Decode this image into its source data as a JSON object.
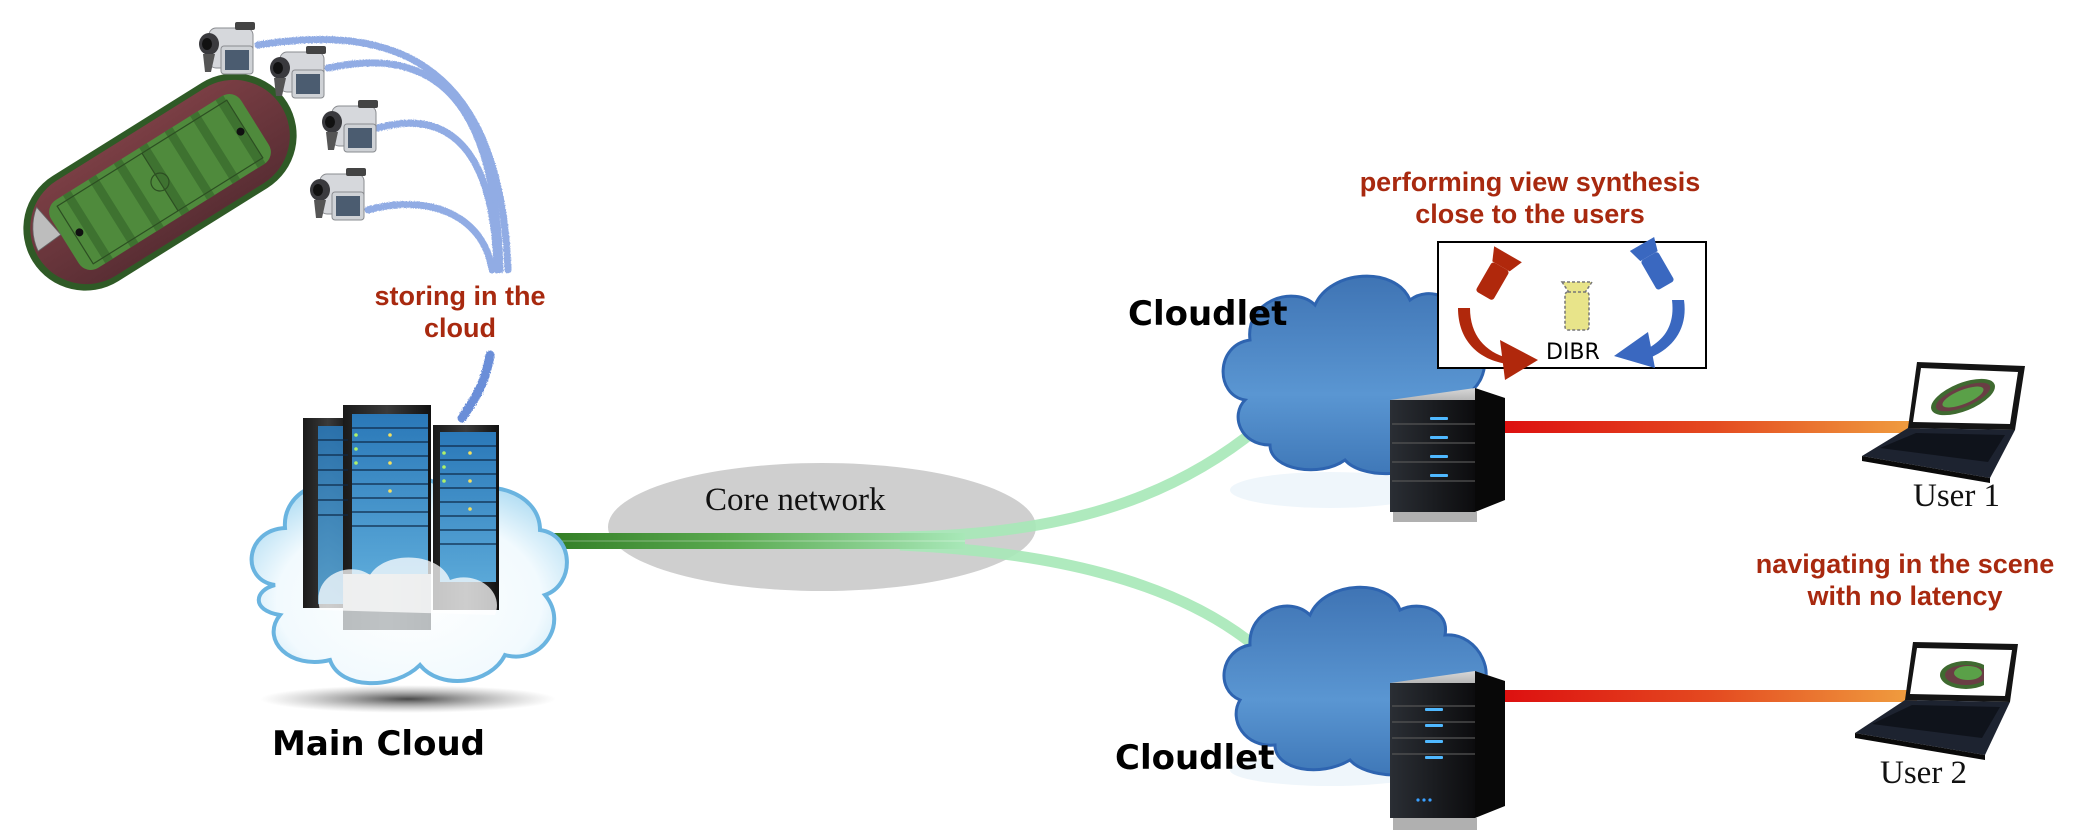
{
  "diagram": {
    "type": "network-architecture",
    "nodes": {
      "stadium": {
        "label": ""
      },
      "cameras": {
        "count": 4,
        "icon": "video-camera-icon"
      },
      "main_cloud": {
        "label": "Main Cloud"
      },
      "core_network": {
        "label": "Core network"
      },
      "cloudlet_top": {
        "label": "Cloudlet"
      },
      "cloudlet_bottom": {
        "label": "Cloudlet"
      },
      "dibr": {
        "label": "DIBR"
      },
      "user1": {
        "label": "User 1"
      },
      "user2": {
        "label": "User 2"
      }
    },
    "annotations": {
      "storing": {
        "line1": "storing in the",
        "line2": "cloud"
      },
      "synthesis": {
        "line1": "performing view synthesis",
        "line2": "close to the users"
      },
      "navigating": {
        "line1": "navigating in the scene",
        "line2": "with no latency"
      }
    },
    "edges": [
      {
        "from": "cameras",
        "to": "main_cloud",
        "style": "hand-drawn-stream"
      },
      {
        "from": "main_cloud",
        "to": "core_network",
        "style": "green-pipe"
      },
      {
        "from": "core_network",
        "to": "cloudlet_top",
        "style": "light-green-pipe"
      },
      {
        "from": "core_network",
        "to": "cloudlet_bottom",
        "style": "light-green-pipe"
      },
      {
        "from": "cloudlet_top",
        "to": "user1",
        "style": "red-orange-gradient"
      },
      {
        "from": "cloudlet_bottom",
        "to": "user2",
        "style": "red-orange-gradient"
      }
    ],
    "colors": {
      "annotation_text": "#a8290f",
      "stream": "#7f9fe0",
      "core_pipe": "#3f8f2f",
      "branch_pipe": "#a8e8b8",
      "cloudlet": "#4a82c4",
      "user_link_start": "#dd1010",
      "user_link_end": "#f0a040",
      "dibr_left_arrow": "#b0280c",
      "dibr_right_arrow": "#3a68c0",
      "dibr_virtual_camera": "#e8e48a"
    }
  }
}
